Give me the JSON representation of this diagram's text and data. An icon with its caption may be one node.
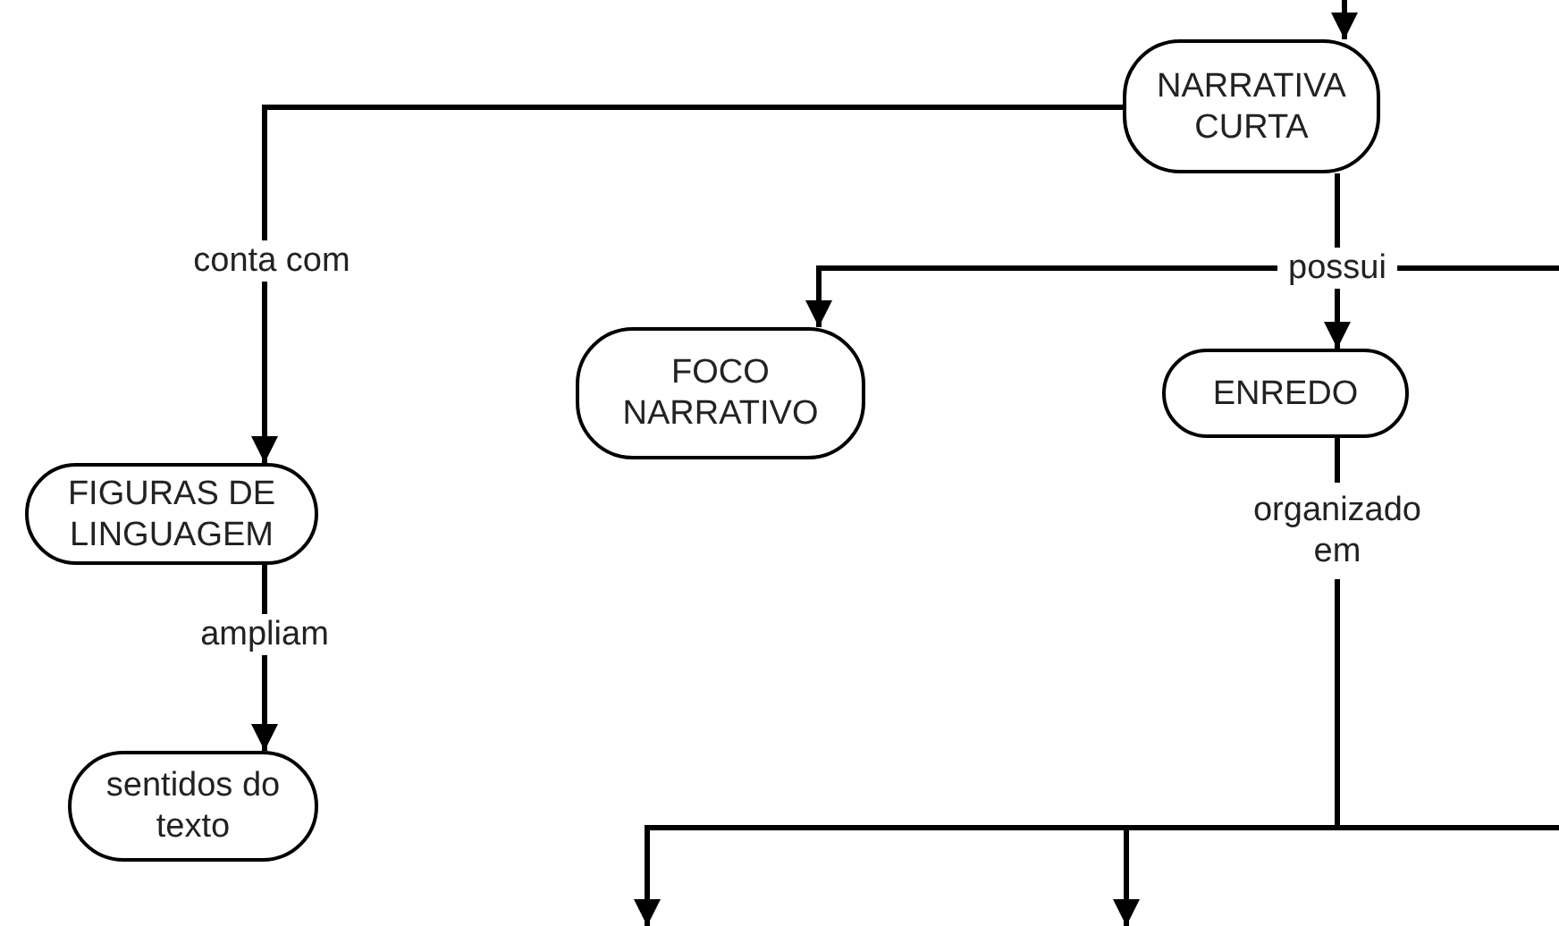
{
  "diagram": {
    "nodes": [
      {
        "text": [
          "NARRATIVA CURTA"
        ]
      },
      {
        "text": [
          "FOCO NARRATIVO"
        ]
      },
      {
        "text": [
          "ENREDO"
        ]
      },
      {
        "text": [
          "FIGURAS DE LINGUAGEM"
        ]
      },
      {
        "text": [
          "sentidos do texto"
        ]
      }
    ],
    "edges": [
      {
        "from": null,
        "to": 0,
        "arrow": "to"
      },
      {
        "from": 0,
        "to": 3,
        "arrow": "to",
        "label": "conta com"
      },
      {
        "from": 0,
        "to": 1,
        "arrow": "to"
      },
      {
        "from": 0,
        "to": 2,
        "arrow": "to",
        "label": "possui"
      },
      {
        "from": 0,
        "to": null,
        "arrow": "none"
      },
      {
        "from": 3,
        "to": 4,
        "arrow": "to",
        "label": "ampliam"
      },
      {
        "from": 2,
        "to": null,
        "arrow": "to",
        "label": "organizado em"
      },
      {
        "from": 2,
        "to": null,
        "arrow": "to"
      },
      {
        "from": 2,
        "to": null,
        "arrow": "none"
      }
    ]
  }
}
